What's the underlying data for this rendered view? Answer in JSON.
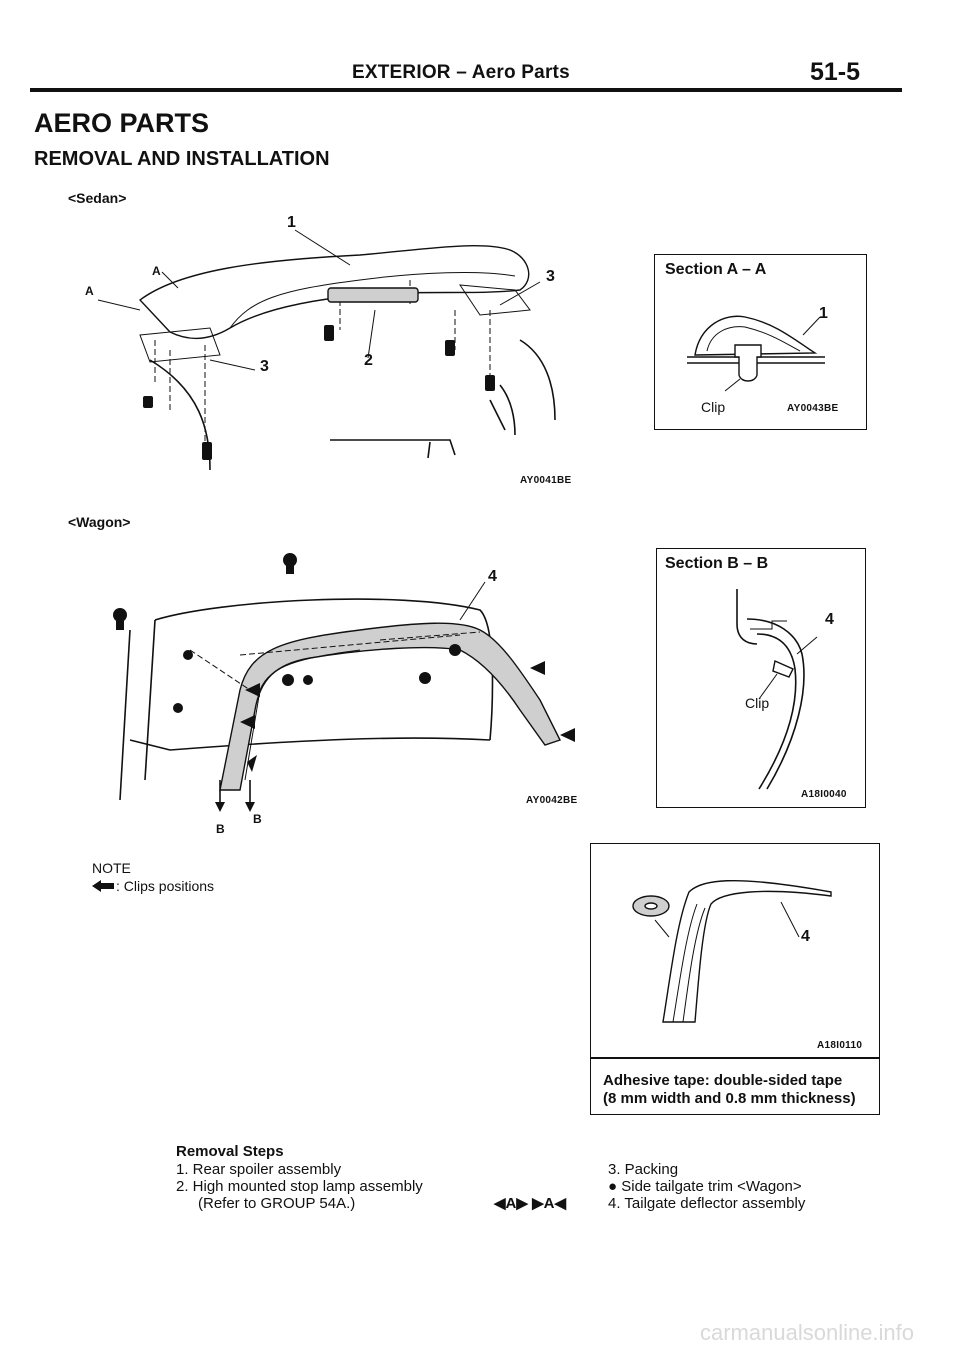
{
  "header": {
    "title": "EXTERIOR – Aero Parts",
    "page": "51-5"
  },
  "heading": "AERO PARTS",
  "subheading": "REMOVAL AND INSTALLATION",
  "sedan": {
    "label": "<Sedan>",
    "code": "AY0041BE",
    "callouts": {
      "c1": "1",
      "c2": "2",
      "c3a": "3",
      "c3b": "3",
      "a1": "A",
      "a2": "A"
    },
    "section": {
      "title": "Section A – A",
      "num": "1",
      "clip": "Clip",
      "code": "AY0043BE"
    }
  },
  "wagon": {
    "label": "<Wagon>",
    "code": "AY0042BE",
    "callouts": {
      "c4": "4",
      "b1": "B",
      "b2": "B"
    },
    "section": {
      "title": "Section B – B",
      "num": "4",
      "clip": "Clip",
      "code": "A18I0040"
    }
  },
  "note": {
    "title": "NOTE",
    "text": ": Clips positions"
  },
  "tape_box": {
    "num": "4",
    "code": "A18I0110",
    "caption_line1": "Adhesive tape: double-sided tape",
    "caption_line2": "(8 mm width and 0.8 mm thickness)"
  },
  "steps": {
    "title": "Removal Steps",
    "left": [
      "1. Rear spoiler assembly",
      "2. High mounted stop lamp assembly",
      "(Refer to GROUP 54A.)"
    ],
    "marks": "◀A▶  ▶A◀",
    "right": [
      "3. Packing",
      "●  Side tailgate trim <Wagon>",
      "4. Tailgate deflector assembly"
    ]
  },
  "watermark": "carmanualsonline.info"
}
